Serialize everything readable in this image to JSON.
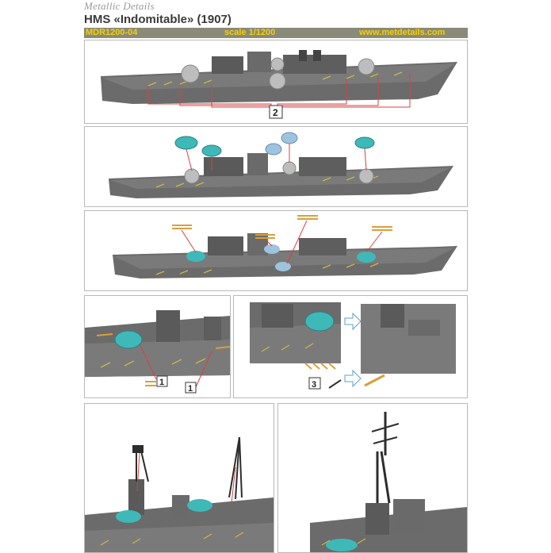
{
  "header": {
    "brand": "Metallic Details",
    "title": "HMS «Indomitable» (1907)",
    "code": "MDR1200-04",
    "scale": "scale 1/1200",
    "url": "www.metdetails.com"
  },
  "steps": {
    "step1a": "1",
    "step1b": "1",
    "step2": "2",
    "step3": "3"
  },
  "colors": {
    "hull": "#6b6b6b",
    "deck": "#7a7a7a",
    "turret_cyan": "#3fb8b8",
    "part_blue": "#9ec3de",
    "pe_parts": "#d8a03a",
    "leader_lines": "#d84040",
    "bar_bg": "#8a8a7a",
    "bar_text": "#f5d000"
  }
}
